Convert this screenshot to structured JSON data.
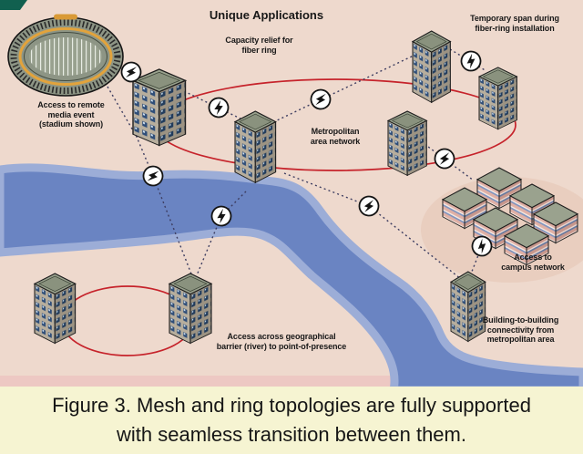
{
  "figure": {
    "caption": {
      "line1": "Figure 3. Mesh and ring topologies are fully supported",
      "line2": "with seamless transition between them."
    }
  },
  "diagram": {
    "title": "Unique Applications",
    "labels": {
      "capacity_relief": "Capacity relief for\nfiber ring",
      "temporary_span": "Temporary span during\nfiber-ring installation",
      "stadium_access": "Access to remote\nmedia event\n(stadium shown)",
      "metro_network": "Metropolitan\narea network",
      "campus_access": "Access to\ncampus network",
      "building_connectivity": "Building-to-building\nconnectivity from\nmetropolitan area",
      "river_barrier": "Access across geographical\nbarrier (river) to point-of-presence"
    },
    "icons": {
      "wireless_link": "wireless-link-icon",
      "wireless_link_count": 9
    },
    "colors": {
      "background": "#eed9cd",
      "bottom_strip": "#edc8c3",
      "river": "#6a84c2",
      "river_edge": "#9cadd7",
      "fiber_red": "#c6232b",
      "wireless_dash": "#3d3d60",
      "caption_bg": "#f6f4d2",
      "caption_text": "#161616",
      "corner_teal": "#11604f",
      "stadium_body": "#8d9585",
      "stadium_ring": "#e2a33c"
    }
  }
}
